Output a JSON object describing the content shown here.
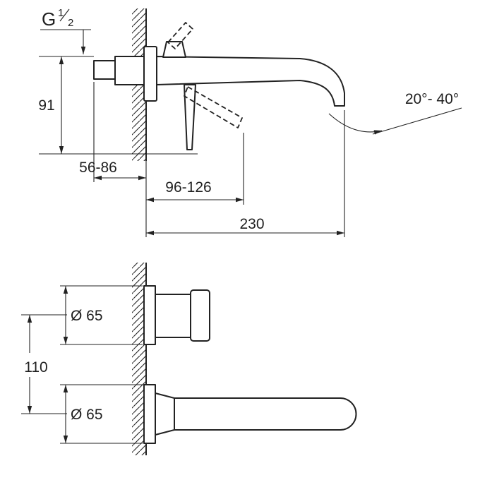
{
  "colors": {
    "line": "#222222",
    "background": "#ffffff"
  },
  "side_view": {
    "thread": {
      "prefix": "G",
      "numerator": "1",
      "denominator": "2"
    },
    "dims": {
      "height": "91",
      "depth_range": "56-86",
      "lever_reach": "96-126",
      "spout_reach": "230",
      "angle_range": "20°- 40°"
    }
  },
  "front_view": {
    "dims": {
      "escutcheon_top": "Ø 65",
      "spacing": "110",
      "escutcheon_bottom": "Ø 65"
    }
  }
}
